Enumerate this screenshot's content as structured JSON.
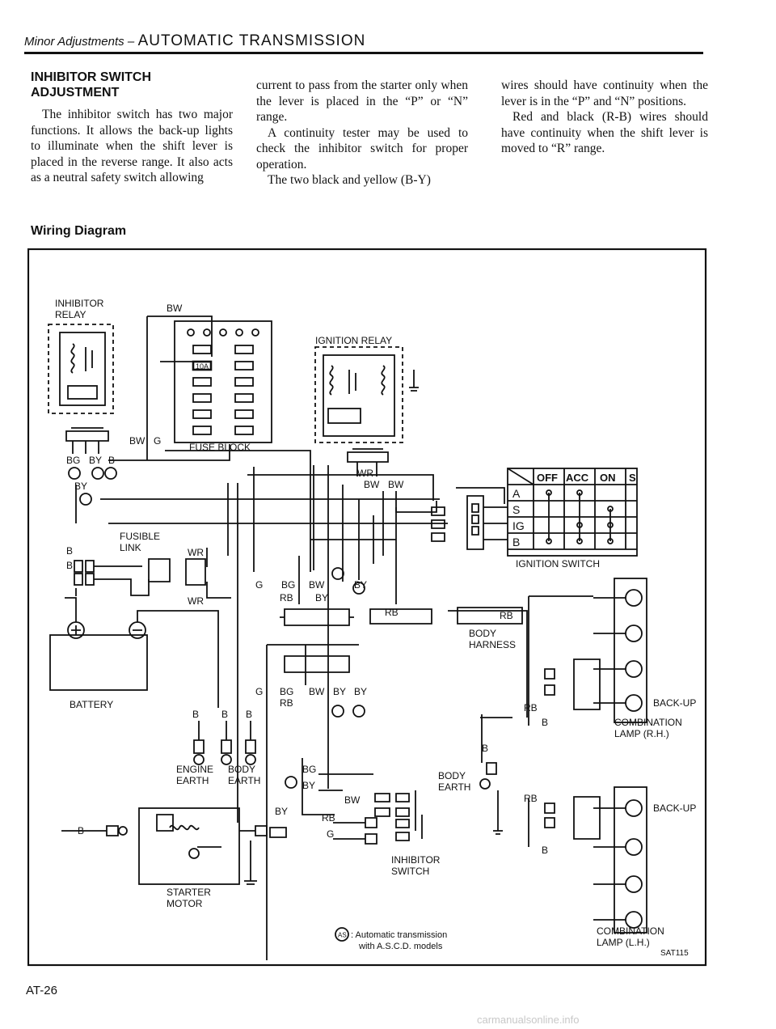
{
  "header": {
    "section_prefix": "Minor Adjustments –",
    "section_title": "AUTOMATIC TRANSMISSION"
  },
  "section": {
    "title": "INHIBITOR SWITCH ADJUSTMENT"
  },
  "text": {
    "p1": "The inhibitor switch has two major functions. It allows the back-up lights to illuminate when the shift lever is placed in the reverse range. It also acts as a neutral safety switch allowing current to pass from the starter only when the lever is placed in the “P” or “N” range.",
    "p2": "A continuity tester may be used to check the inhibitor switch for proper operation.",
    "p3": "The two black and yellow (B-Y) wires should have continuity when the lever is in the “P” and “N” positions.",
    "p4": "Red and black (R-B) wires should have continuity when the shift lever is moved to “R” range."
  },
  "wiring_title": "Wiring Diagram",
  "diagram": {
    "labels": {
      "inhibitor_relay": [
        "INHIBITOR",
        "RELAY"
      ],
      "ignition_relay": "IGNITION RELAY",
      "fuse_block": "FUSE BLOCK",
      "fuse_10a": "10A",
      "fusible_link": [
        "FUSIBLE",
        "LINK"
      ],
      "battery": "BATTERY",
      "engine_earth": [
        "ENGINE",
        "EARTH"
      ],
      "body_earth": [
        "BODY",
        "EARTH"
      ],
      "body_earth2": [
        "BODY",
        "EARTH"
      ],
      "body_harness": [
        "BODY",
        "HARNESS"
      ],
      "starter_motor": [
        "STARTER",
        "MOTOR"
      ],
      "inhibitor_switch": [
        "INHIBITOR",
        "SWITCH"
      ],
      "ignition_switch": "IGNITION SWITCH",
      "backup_rh": "BACK-UP",
      "backup_lh": "BACK-UP",
      "combo_rh": [
        "COMBINATION",
        "LAMP (R.H.)"
      ],
      "combo_lh": [
        "COMBINATION",
        "LAMP (L.H.)"
      ],
      "legend_symbol": "AS",
      "legend": [
        ": Automatic transmission",
        "with A.S.C.D. models"
      ],
      "code": "SAT115"
    },
    "ign_table": {
      "columns": [
        "OFF",
        "ACC",
        "ON",
        "S"
      ],
      "rows": [
        "A",
        "S",
        "IG",
        "B"
      ]
    },
    "wires": {
      "bw": "BW",
      "g": "G",
      "bg": "BG",
      "by": "BY",
      "b": "B",
      "rb": "RB",
      "wr": "WR"
    }
  },
  "page_number": "AT-26",
  "watermark": "carmanualsonline.info"
}
